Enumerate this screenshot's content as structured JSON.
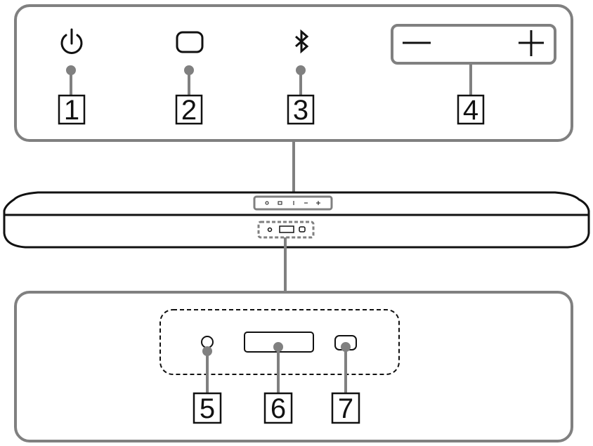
{
  "controls_panel": {
    "items": [
      {
        "number": "1",
        "icon": "power-icon"
      },
      {
        "number": "2",
        "icon": "input-icon"
      },
      {
        "number": "3",
        "icon": "bluetooth-icon"
      },
      {
        "number": "4",
        "icon": "volume-minus-plus-icon"
      }
    ]
  },
  "front_panel": {
    "items": [
      {
        "number": "5",
        "icon": "remote-sensor-icon"
      },
      {
        "number": "6",
        "icon": "front-display-icon"
      },
      {
        "number": "7",
        "icon": "status-indicator-icon"
      }
    ]
  },
  "colors": {
    "stroke": "#111111",
    "leader": "#808080",
    "panel_border": "#808080"
  }
}
